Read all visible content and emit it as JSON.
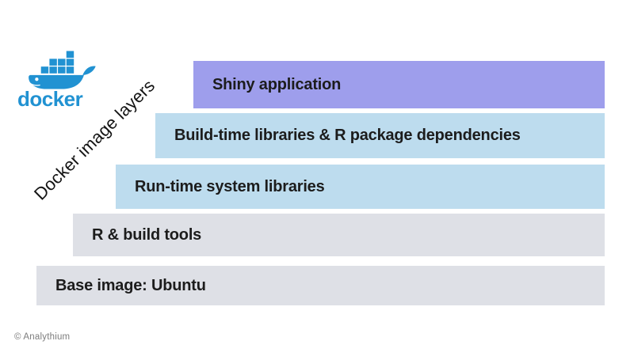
{
  "brand": {
    "name": "docker",
    "logo_icon": "docker-whale-icon",
    "color": "#2192D2"
  },
  "diagram": {
    "rotated_title": "Docker image layers",
    "layers": [
      {
        "label": "Shiny application",
        "fill": "#9E9EEC"
      },
      {
        "label": "Build-time libraries & R package dependencies",
        "fill": "#BDDCEE"
      },
      {
        "label": "Run-time system libraries",
        "fill": "#BDDCEE"
      },
      {
        "label": "R & build tools",
        "fill": "#DEE0E6"
      },
      {
        "label": "Base image: Ubuntu",
        "fill": "#DEE0E6"
      }
    ]
  },
  "footer": {
    "copyright": "© Analythium"
  }
}
